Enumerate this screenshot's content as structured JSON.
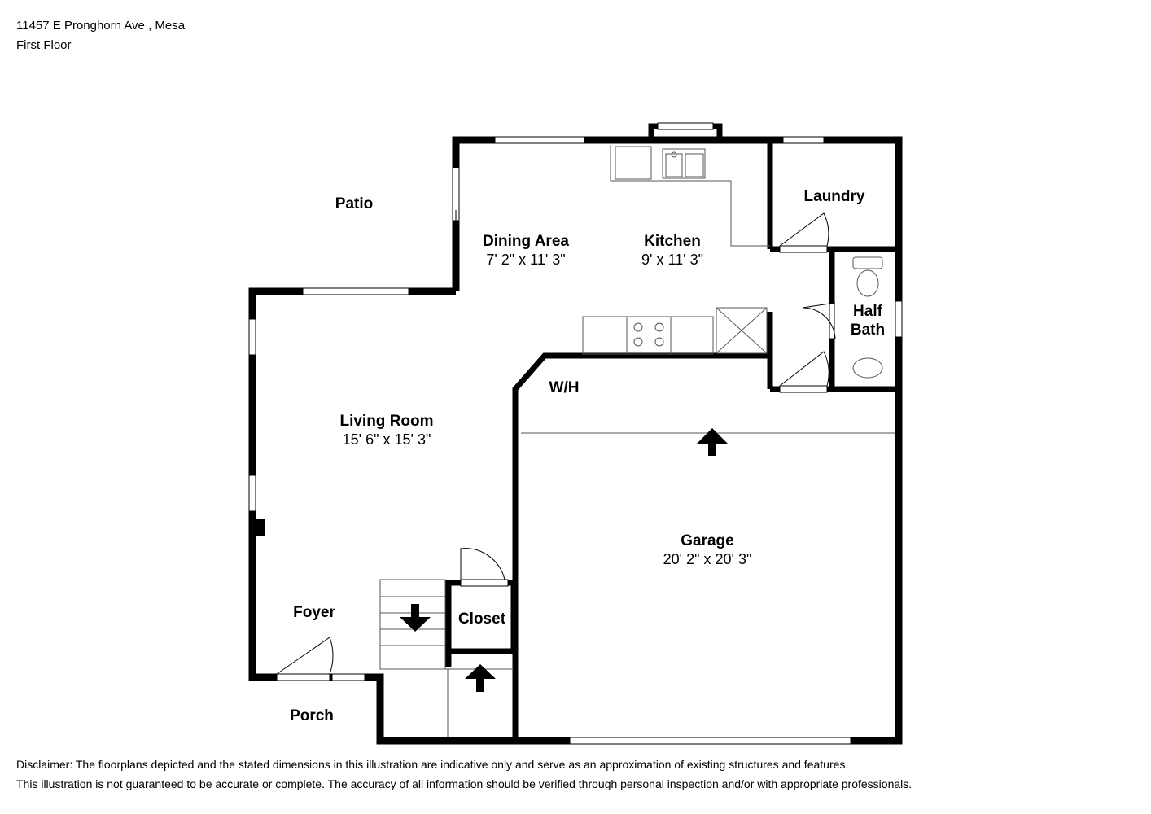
{
  "header": {
    "address": "11457 E Pronghorn Ave , Mesa",
    "floor": "First Floor"
  },
  "rooms": {
    "patio": {
      "name": "Patio"
    },
    "dining": {
      "name": "Dining Area",
      "dims": "7' 2\" x 11' 3\""
    },
    "kitchen": {
      "name": "Kitchen",
      "dims": "9' x 11' 3\""
    },
    "laundry": {
      "name": "Laundry"
    },
    "half_bath": {
      "name_line1": "Half",
      "name_line2": "Bath"
    },
    "wh": {
      "name": "W/H"
    },
    "living": {
      "name": "Living Room",
      "dims": "15' 6\" x 15' 3\""
    },
    "garage": {
      "name": "Garage",
      "dims": "20' 2\" x 20' 3\""
    },
    "foyer": {
      "name": "Foyer"
    },
    "closet": {
      "name": "Closet"
    },
    "porch": {
      "name": "Porch"
    }
  },
  "disclaimer": {
    "line1": "Disclaimer: The floorplans depicted and the stated dimensions in this illustration are indicative only and serve as an approximation of existing structures and features.",
    "line2": "This illustration is not guaranteed to be accurate or complete. The accuracy of all information should be verified through personal inspection and/or with appropriate professionals."
  },
  "colors": {
    "wall": "#000000",
    "window": "#ffffff",
    "fixture": "#555555"
  }
}
